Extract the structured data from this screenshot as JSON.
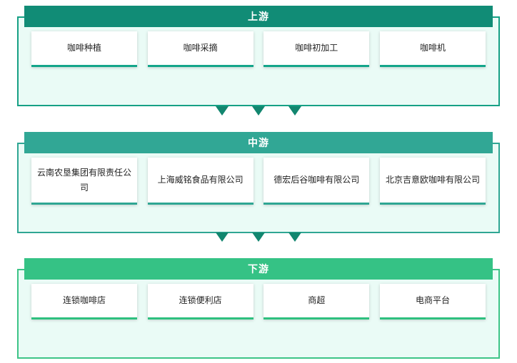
{
  "diagram": {
    "type": "value-chain",
    "title_semantic": "coffee-industry-chain",
    "colors": {
      "upstream_header": "#118C76",
      "midstream_header": "#31A795",
      "downstream_header": "#35C285",
      "panel_background": "#EAFBF6",
      "card_background": "#FFFFFF",
      "arrow": "#12866F",
      "card_text": "#222222",
      "header_text": "#FFFFFF"
    },
    "stages": [
      {
        "key": "upstream",
        "header": "上游",
        "cards": [
          {
            "label": "咖啡种植"
          },
          {
            "label": "咖啡采摘"
          },
          {
            "label": "咖啡初加工"
          },
          {
            "label": "咖啡机"
          }
        ]
      },
      {
        "key": "midstream",
        "header": "中游",
        "cards": [
          {
            "label": "云南农垦集团有限责任公司"
          },
          {
            "label": "上海威铭食品有限公司"
          },
          {
            "label": "德宏后谷咖啡有限公司"
          },
          {
            "label": "北京吉意欧咖啡有限公司"
          }
        ]
      },
      {
        "key": "downstream",
        "header": "下游",
        "cards": [
          {
            "label": "连锁咖啡店"
          },
          {
            "label": "连锁便利店"
          },
          {
            "label": "商超"
          },
          {
            "label": "电商平台"
          }
        ]
      }
    ],
    "connectors": [
      {
        "between": "upstream-midstream",
        "glyph": "▼",
        "count": 3
      },
      {
        "between": "midstream-downstream",
        "glyph": "▼",
        "count": 3
      }
    ]
  }
}
